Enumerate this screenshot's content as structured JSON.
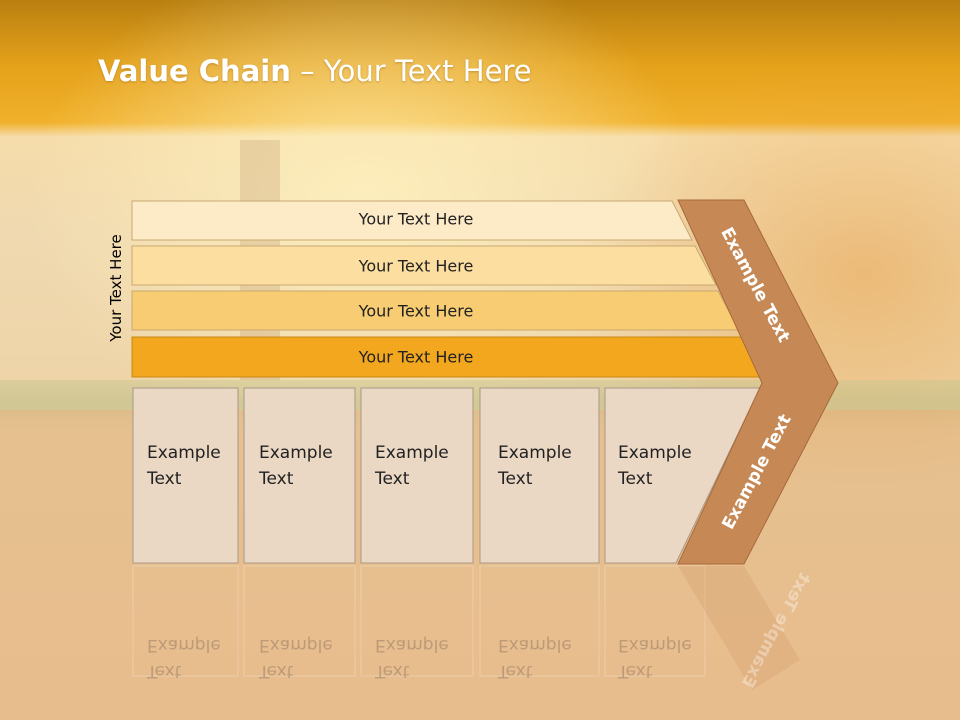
{
  "title": {
    "bold": "Value Chain",
    "rest": " – Your Text Here"
  },
  "side_label": "Your Text Here",
  "rows": [
    {
      "label": "Your Text Here",
      "fill": "#fdebc8"
    },
    {
      "label": "Your Text Here",
      "fill": "#fbdea0"
    },
    {
      "label": "Your Text Here",
      "fill": "#f8cc72"
    },
    {
      "label": "Your Text Here",
      "fill": "#f2a71f"
    }
  ],
  "activities": [
    {
      "line1": "Example",
      "line2": "Text"
    },
    {
      "line1": "Example",
      "line2": "Text"
    },
    {
      "line1": "Example",
      "line2": "Text"
    },
    {
      "line1": "Example",
      "line2": "Text"
    },
    {
      "line1": "Example",
      "line2": "Text"
    }
  ],
  "chevron": {
    "top_text": "Example Text",
    "bottom_text": "Example Text",
    "fill": "#c68955"
  },
  "colors": {
    "header": "#f2a71f",
    "box_fill": "#ead7c4",
    "box_border": "#a89888"
  }
}
